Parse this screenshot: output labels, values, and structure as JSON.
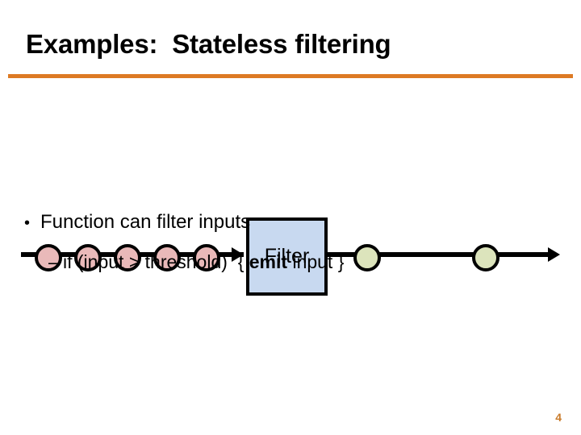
{
  "slide": {
    "title": "Examples:  Stateless filtering",
    "page_number": "4",
    "accent_color": "#DD7A24",
    "page_number_color": "#C97B2B"
  },
  "diagram": {
    "name": "stateless-filtering-pipeline",
    "filter_box": {
      "label": "Filter",
      "fill_color": "#C8D9F0",
      "border_color": "#000000"
    },
    "input_stream": {
      "label": "input-stream",
      "node_count": 5,
      "node_fill_color": "#E9B9B9",
      "node_positions_x": [
        56,
        105,
        154,
        203,
        252
      ],
      "arrow_direction": "right"
    },
    "output_stream": {
      "label": "output-stream",
      "node_count": 2,
      "node_fill_color": "#DCE4BC",
      "node_positions_x": [
        451,
        598
      ],
      "arrow_direction": "right"
    }
  },
  "bullets": {
    "level1": {
      "marker": "•",
      "text": "Function can filter inputs"
    },
    "level2": {
      "marker": "–",
      "text_before": "if (input > threshold)  { ",
      "keyword": "emit",
      "text_after": " input }"
    }
  }
}
